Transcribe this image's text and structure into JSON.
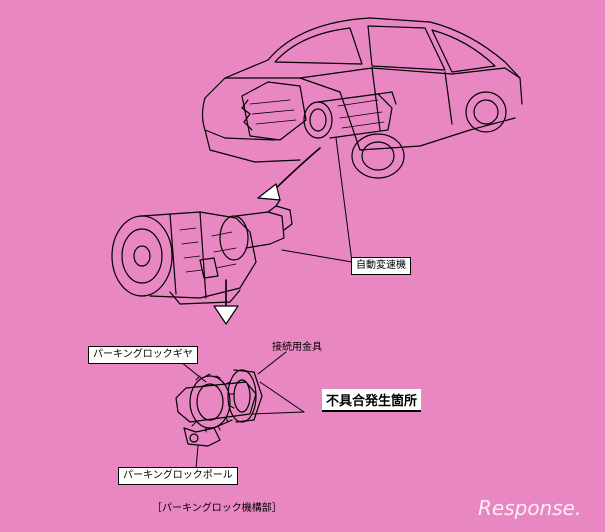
{
  "labels": {
    "automatic_transmission": "自動変速機",
    "parking_lock_gear": "パーキングロックギヤ",
    "connecting_bracket": "接続用金具",
    "defect_location": "不具合発生箇所",
    "parking_lock_pawl": "パーキングロックポール",
    "parking_lock_mechanism": "［パーキングロック機構部］"
  },
  "watermark": "Response.",
  "colors": {
    "background": "#e887c2",
    "line": "#000000",
    "label_bg": "#ffffff"
  }
}
